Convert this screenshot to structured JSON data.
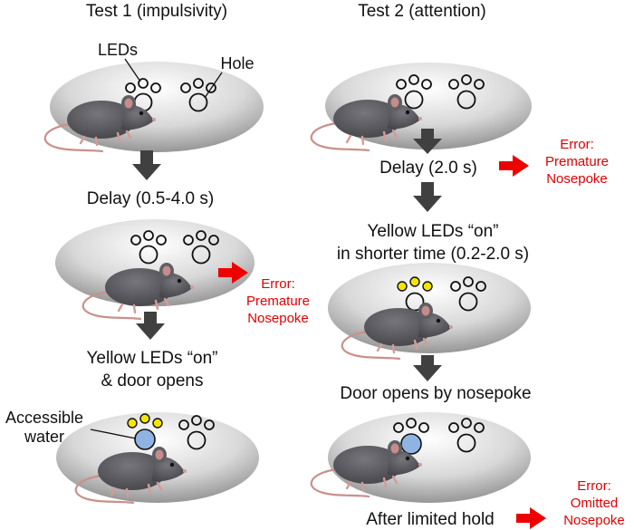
{
  "test1": {
    "title": "Test 1 (impulsivity)",
    "label_leds": "LEDs",
    "label_hole": "Hole",
    "delay": "Delay (0.5-4.0 s)",
    "yellow_line1": "Yellow LEDs “on”",
    "yellow_line2": "& door opens",
    "accessible_line1": "Accessible",
    "accessible_line2": "water",
    "error_line1": "Error:",
    "error_line2": "Premature",
    "error_line3": "Nosepoke"
  },
  "test2": {
    "title": "Test 2 (attention)",
    "delay": "Delay (2.0 s)",
    "yellow_line1": "Yellow LEDs “on”",
    "yellow_line2": "in shorter time (0.2-2.0 s)",
    "door": "Door opens by nosepoke",
    "limited_hold": "After limited hold",
    "error1_line1": "Error:",
    "error1_line2": "Premature",
    "error1_line3": "Nosepoke",
    "error2_line1": "Error:",
    "error2_line2": "Omitted",
    "error2_line3": "Nosepoke"
  },
  "colors": {
    "led_on": "#f5e600",
    "water": "#8fb4e3",
    "error_text": "#e00000",
    "error_arrow": "#ee0000",
    "flow_arrow": "#404040",
    "mouse_body": "#5a5a60"
  }
}
